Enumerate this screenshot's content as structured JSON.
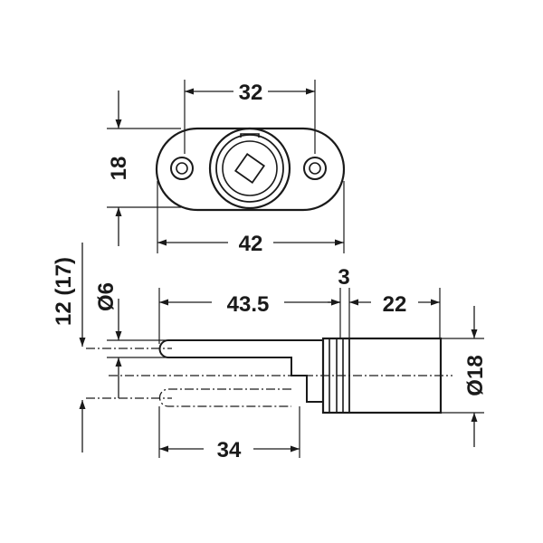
{
  "dimensions": {
    "plate_width": "32",
    "plate_height": "18",
    "plate_length": "42",
    "offset": "12 (17)",
    "pin_diameter": "Ø6",
    "pin_length": "43.5",
    "collar": "3",
    "body_length": "22",
    "body_diameter": "Ø18",
    "pin_retracted": "34"
  },
  "colors": {
    "line": "#1a1a1a",
    "background": "#ffffff"
  }
}
